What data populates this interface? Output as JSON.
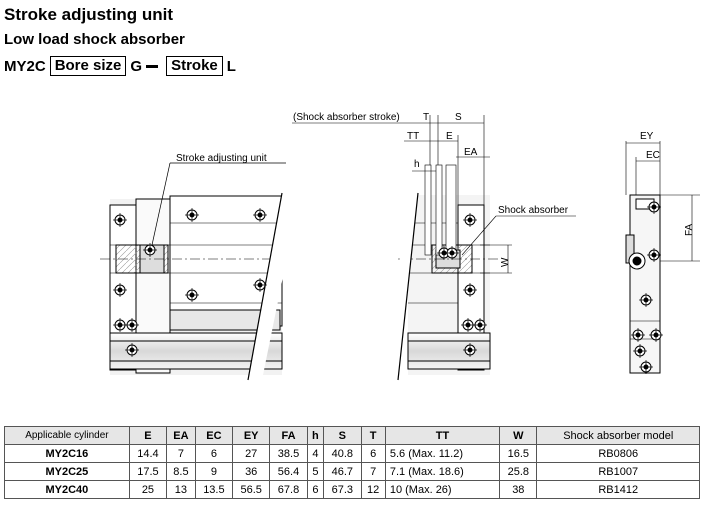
{
  "header": {
    "title": "Stroke adjusting unit",
    "subtitle": "Low load shock absorber",
    "model_prefix": "MY2C",
    "model_bore": "Bore size",
    "model_g": "G",
    "model_stroke": "Stroke",
    "model_suffix": "L"
  },
  "drawing": {
    "label_stroke_unit": "Stroke adjusting unit",
    "label_absorber_stroke": "(Shock absorber stroke)",
    "label_shock_absorber": "Shock absorber",
    "dim_T": "T",
    "dim_S": "S",
    "dim_TT": "TT",
    "dim_E": "E",
    "dim_h": "h",
    "dim_EA": "EA",
    "dim_W": "W",
    "dim_EY": "EY",
    "dim_EC": "EC",
    "dim_FA": "FA"
  },
  "table": {
    "headers": [
      "Applicable cylinder",
      "E",
      "EA",
      "EC",
      "EY",
      "FA",
      "h",
      "S",
      "T",
      "TT",
      "W",
      "Shock absorber model"
    ],
    "rows": [
      [
        "MY2C16",
        "14.4",
        "7",
        "6",
        "27",
        "38.5",
        "4",
        "40.8",
        "6",
        "5.6 (Max. 11.2)",
        "16.5",
        "RB0806"
      ],
      [
        "MY2C25",
        "17.5",
        "8.5",
        "9",
        "36",
        "56.4",
        "5",
        "46.7",
        "7",
        "7.1 (Max. 18.6)",
        "25.8",
        "RB1007"
      ],
      [
        "MY2C40",
        "25",
        "13",
        "13.5",
        "56.5",
        "67.8",
        "6",
        "67.3",
        "12",
        "10    (Max. 26)",
        "38",
        "RB1412"
      ]
    ]
  }
}
